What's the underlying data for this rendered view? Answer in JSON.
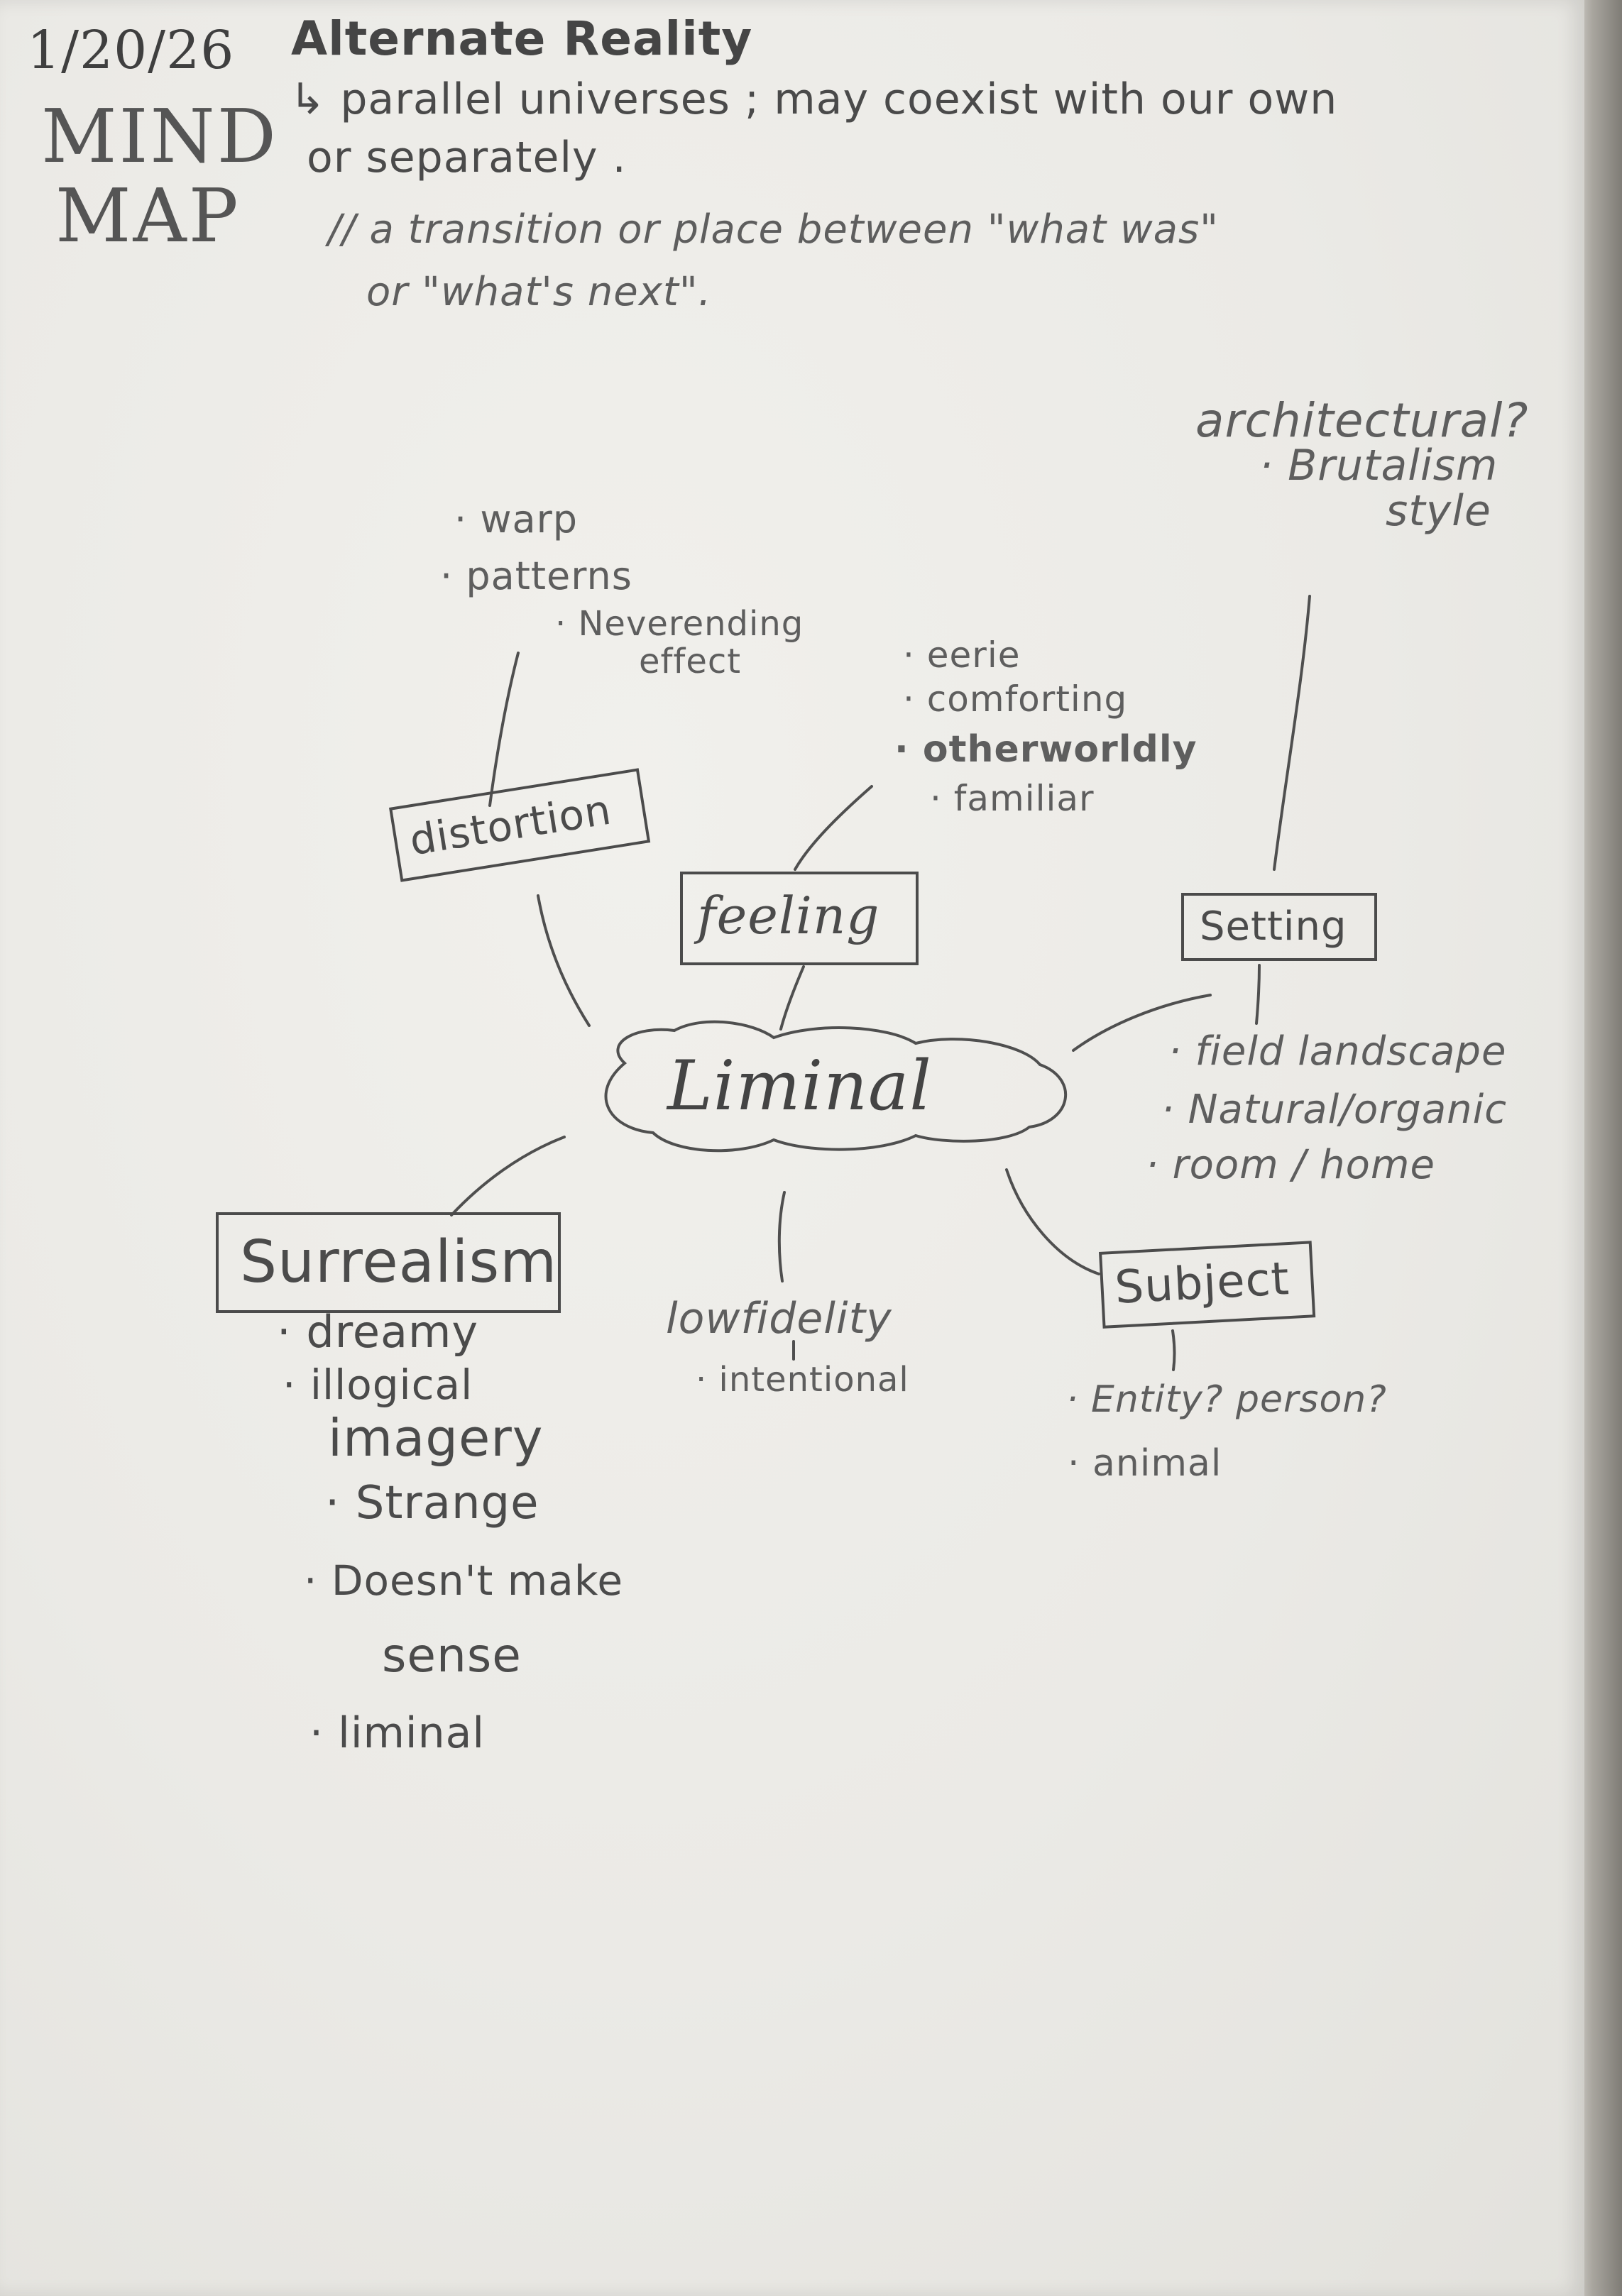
{
  "header": {
    "date": "1/20/26",
    "title": "Alternate Reality",
    "page_label_line1": "MIND",
    "page_label_line2": "MAP",
    "definition_line1": "↳ parallel universes ; may coexist with our own",
    "definition_line2": "or separately .",
    "quote_line1": "// a transition or place between \"what was\"",
    "quote_line2": "or \"what's next\"."
  },
  "center": {
    "label": "Liminal"
  },
  "branches": {
    "distortion": {
      "label": "distortion",
      "notes": [
        "· warp",
        "· patterns",
        "· Neverending",
        "effect"
      ]
    },
    "feeling": {
      "label": "feeling",
      "notes": [
        "· eerie",
        "· comforting",
        "· otherworldly",
        "· familiar"
      ]
    },
    "setting": {
      "label": "Setting",
      "notes_above": [
        "architectural?",
        "· Brutalism",
        "style"
      ],
      "notes_below": [
        "· field landscape",
        "· Natural/organic",
        "· room / home"
      ]
    },
    "surrealism": {
      "label": "Surrealism",
      "notes": [
        "· dreamy",
        "· illogical",
        "imagery",
        "· Strange",
        "· Doesn't make",
        "sense",
        "· liminal"
      ]
    },
    "lowfidelity": {
      "label": "lowfidelity",
      "notes": [
        "· intentional"
      ]
    },
    "subject": {
      "label": "Subject",
      "notes": [
        "· Entity? person?",
        "· animal"
      ]
    }
  }
}
